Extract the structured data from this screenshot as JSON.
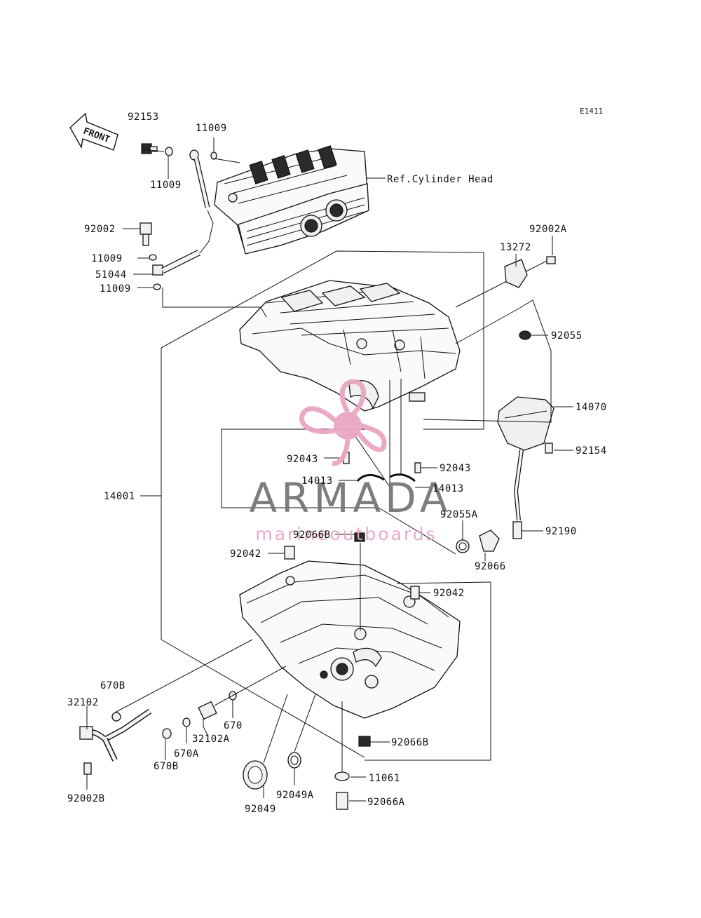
{
  "diagram_code": "E1411",
  "front_label": "FRONT",
  "ref_label": "Ref.Cylinder Head",
  "watermark": {
    "title": "ARMADA",
    "subtitle": "marineoutboards",
    "title_color": "#777777",
    "logo_color": "#e9a6c3"
  },
  "parts": [
    "92153",
    "11009",
    "11009",
    "92002",
    "11009",
    "51044",
    "11009",
    "92002A",
    "13272",
    "92055",
    "14070",
    "92154",
    "92043",
    "92043",
    "14013",
    "14013",
    "14001",
    "92055A",
    "92066B",
    "92066",
    "92190",
    "92042",
    "92042",
    "670B",
    "32102",
    "670",
    "32102A",
    "670A",
    "670B",
    "92002B",
    "92049A",
    "92049",
    "11061",
    "92066B",
    "92066A"
  ]
}
